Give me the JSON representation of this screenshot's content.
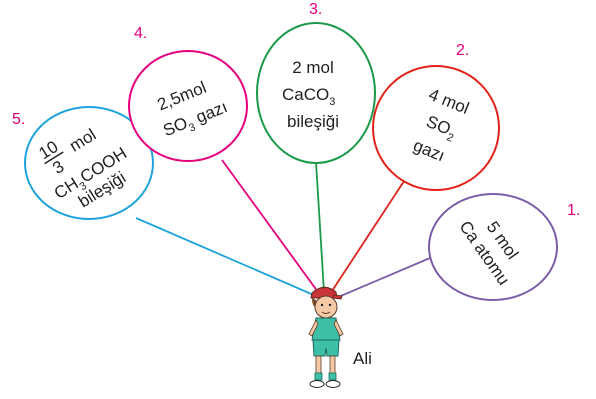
{
  "colors": {
    "magenta": "#e6007e",
    "green": "#1a9a48",
    "red": "#e2231a",
    "purple": "#7b5ea7",
    "cyan": "#1ea3dc"
  },
  "person": {
    "name": "Ali",
    "icon": "boy-character-icon"
  },
  "balloons": [
    {
      "number": "5.",
      "fraction_numerator": "10",
      "fraction_denominator": "3",
      "unit": "mol",
      "formula_1": "CH",
      "formula_1_sub": "3",
      "formula_2": "COOH",
      "word": "bileşiği",
      "color_key": "cyan"
    },
    {
      "number": "4.",
      "amount": "2,5mol",
      "formula": "SO",
      "formula_sub": "3",
      "word": "gazı",
      "color_key": "magenta"
    },
    {
      "number": "3.",
      "amount": "2 mol",
      "formula": "CaCO",
      "formula_sub": "3",
      "word": "bileşiği",
      "color_key": "green"
    },
    {
      "number": "2.",
      "amount": "4 mol",
      "formula": "SO",
      "formula_sub": "2",
      "word": "gazı",
      "color_key": "red"
    },
    {
      "number": "1.",
      "amount": "5 mol",
      "word": "Ca atomu",
      "color_key": "purple"
    }
  ]
}
